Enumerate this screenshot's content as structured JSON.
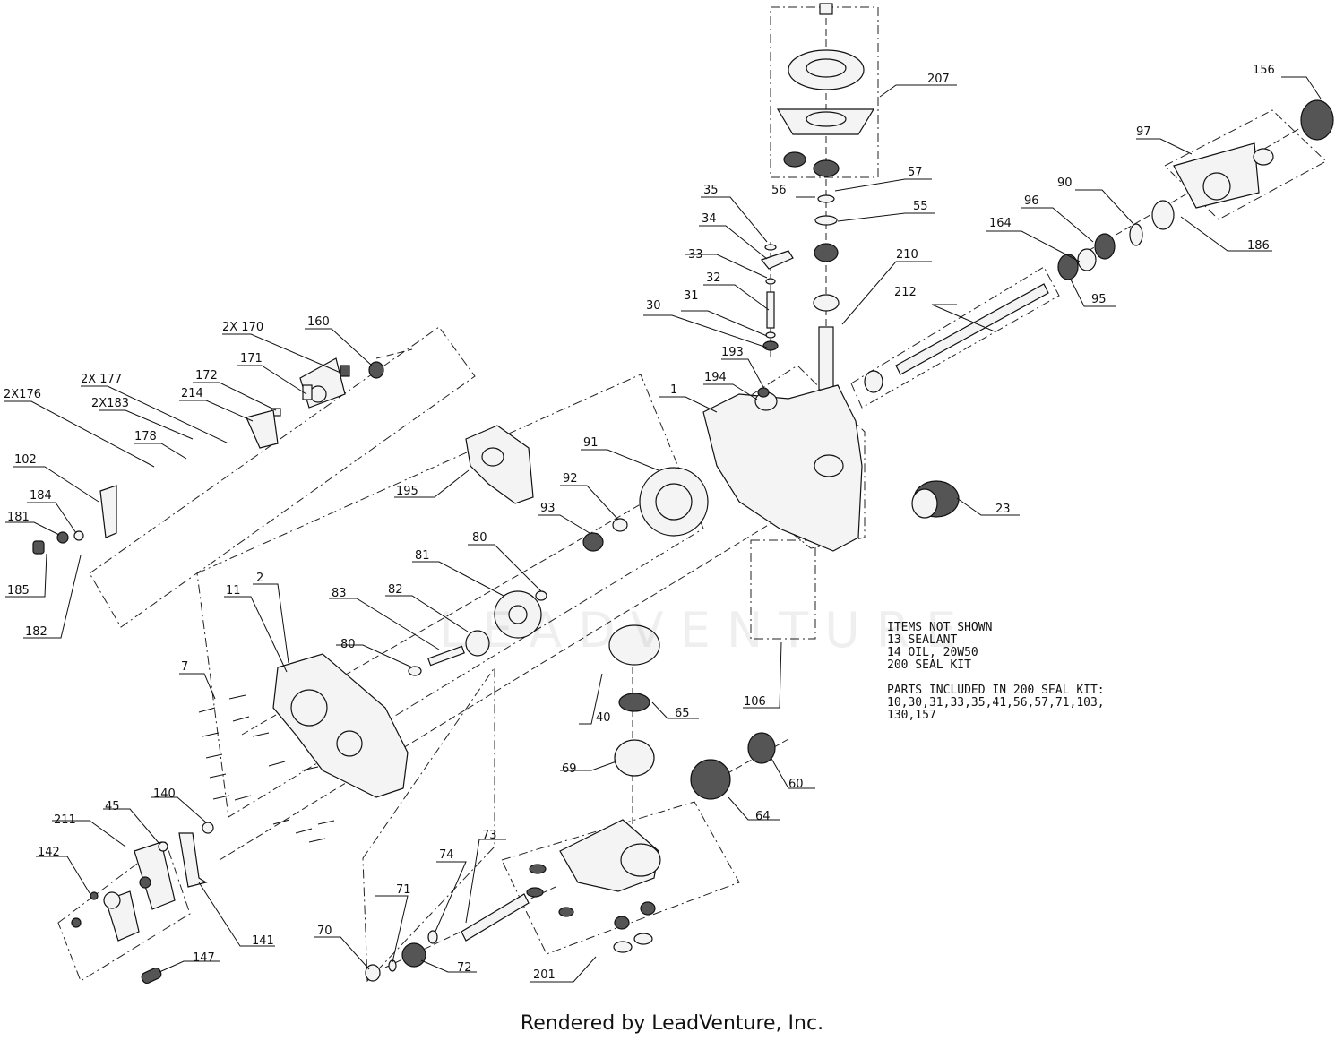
{
  "diagram": {
    "watermark": "LEADVENTURE",
    "callouts": [
      "207",
      "156",
      "97",
      "57",
      "56",
      "55",
      "90",
      "96",
      "186",
      "164",
      "95",
      "35",
      "34",
      "33",
      "32",
      "31",
      "30",
      "210",
      "212",
      "193",
      "194",
      "2X 170",
      "160",
      "171",
      "172",
      "214",
      "2X 177",
      "2X183",
      "2X176",
      "178",
      "1",
      "195",
      "91",
      "92",
      "93",
      "23",
      "102",
      "184",
      "181",
      "185",
      "182",
      "80",
      "81",
      "83",
      "82",
      "11",
      "2",
      "106",
      "7",
      "40",
      "65",
      "69",
      "60",
      "64",
      "140",
      "211",
      "45",
      "142",
      "141",
      "147",
      "73",
      "74",
      "71",
      "70",
      "72",
      "201"
    ],
    "notes": {
      "items_header": "ITEMS NOT SHOWN",
      "items": [
        "13 SEALANT",
        "14 OIL, 20W50",
        "200 SEAL KIT"
      ],
      "kit_header": "PARTS INCLUDED IN 200 SEAL KIT:",
      "kit_lines": [
        "10,30,31,33,35,41,56,57,71,103,",
        "130,157"
      ]
    },
    "footer": "Rendered by LeadVenture, Inc."
  }
}
